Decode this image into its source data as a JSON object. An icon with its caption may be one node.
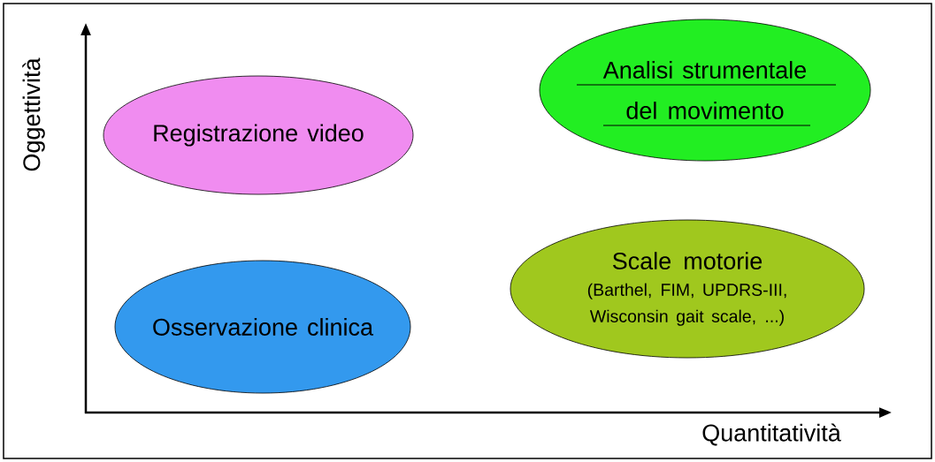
{
  "diagram": {
    "nodes": [
      {
        "text": [
          "Registrazione video"
        ]
      },
      {
        "text": [
          "Analisi strumentale del movimento"
        ]
      },
      {
        "text": [
          "Scale motorie",
          "(Barthel, FIM, UPDRS-III, Wisconsin gait scale, ...)"
        ]
      },
      {
        "text": [
          "Osservazione clinica"
        ]
      }
    ],
    "labels": [
      "Oggettività",
      "Quantitatività"
    ]
  }
}
